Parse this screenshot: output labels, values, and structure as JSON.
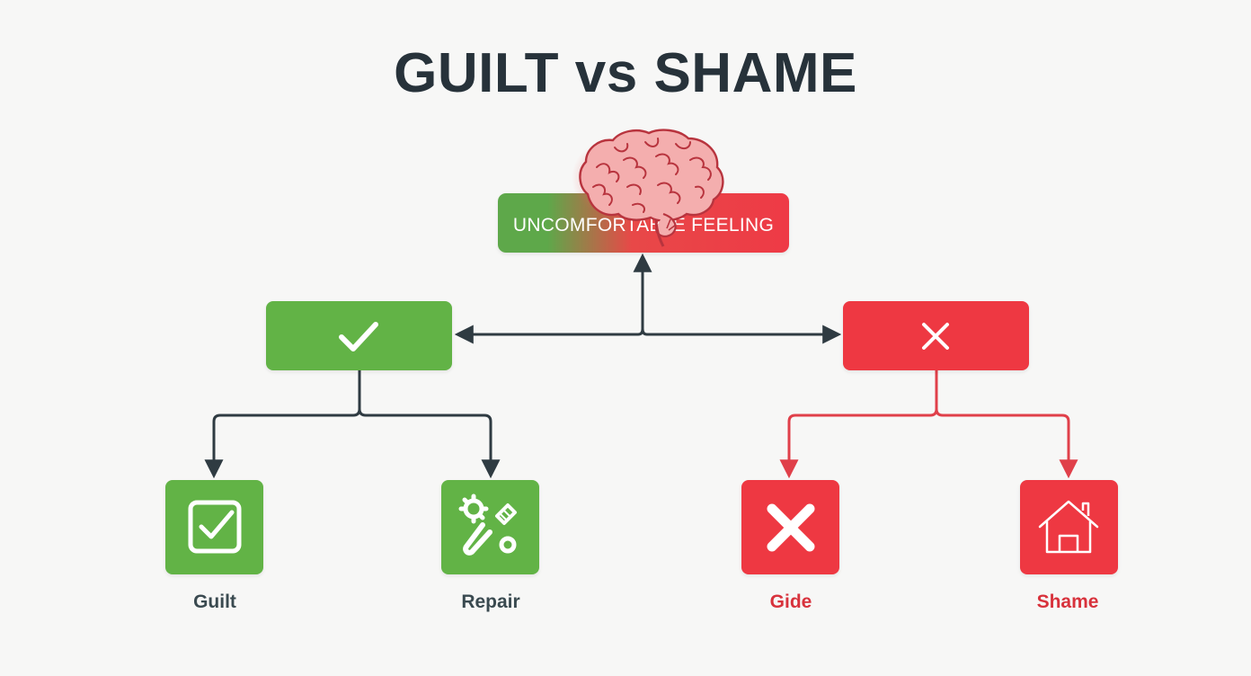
{
  "title": "GUILT vs SHAME",
  "root": {
    "label": "UNCOMFORTABLE FEELING",
    "icon": "brain-icon"
  },
  "colors": {
    "green": "#62b346",
    "red": "#ee3842",
    "dark_connector": "#2f3b42",
    "red_connector": "#e0404a",
    "title": "#27323a"
  },
  "branches": {
    "left": {
      "icon": "checkmark-icon"
    },
    "right": {
      "icon": "x-mark-icon"
    }
  },
  "leaves": [
    {
      "label": "Guilt",
      "icon": "checkbox-icon"
    },
    {
      "label": "Repair",
      "icon": "tools-icon"
    },
    {
      "label": "Gide",
      "icon": "x-icon"
    },
    {
      "label": "Shame",
      "icon": "house-icon"
    }
  ]
}
